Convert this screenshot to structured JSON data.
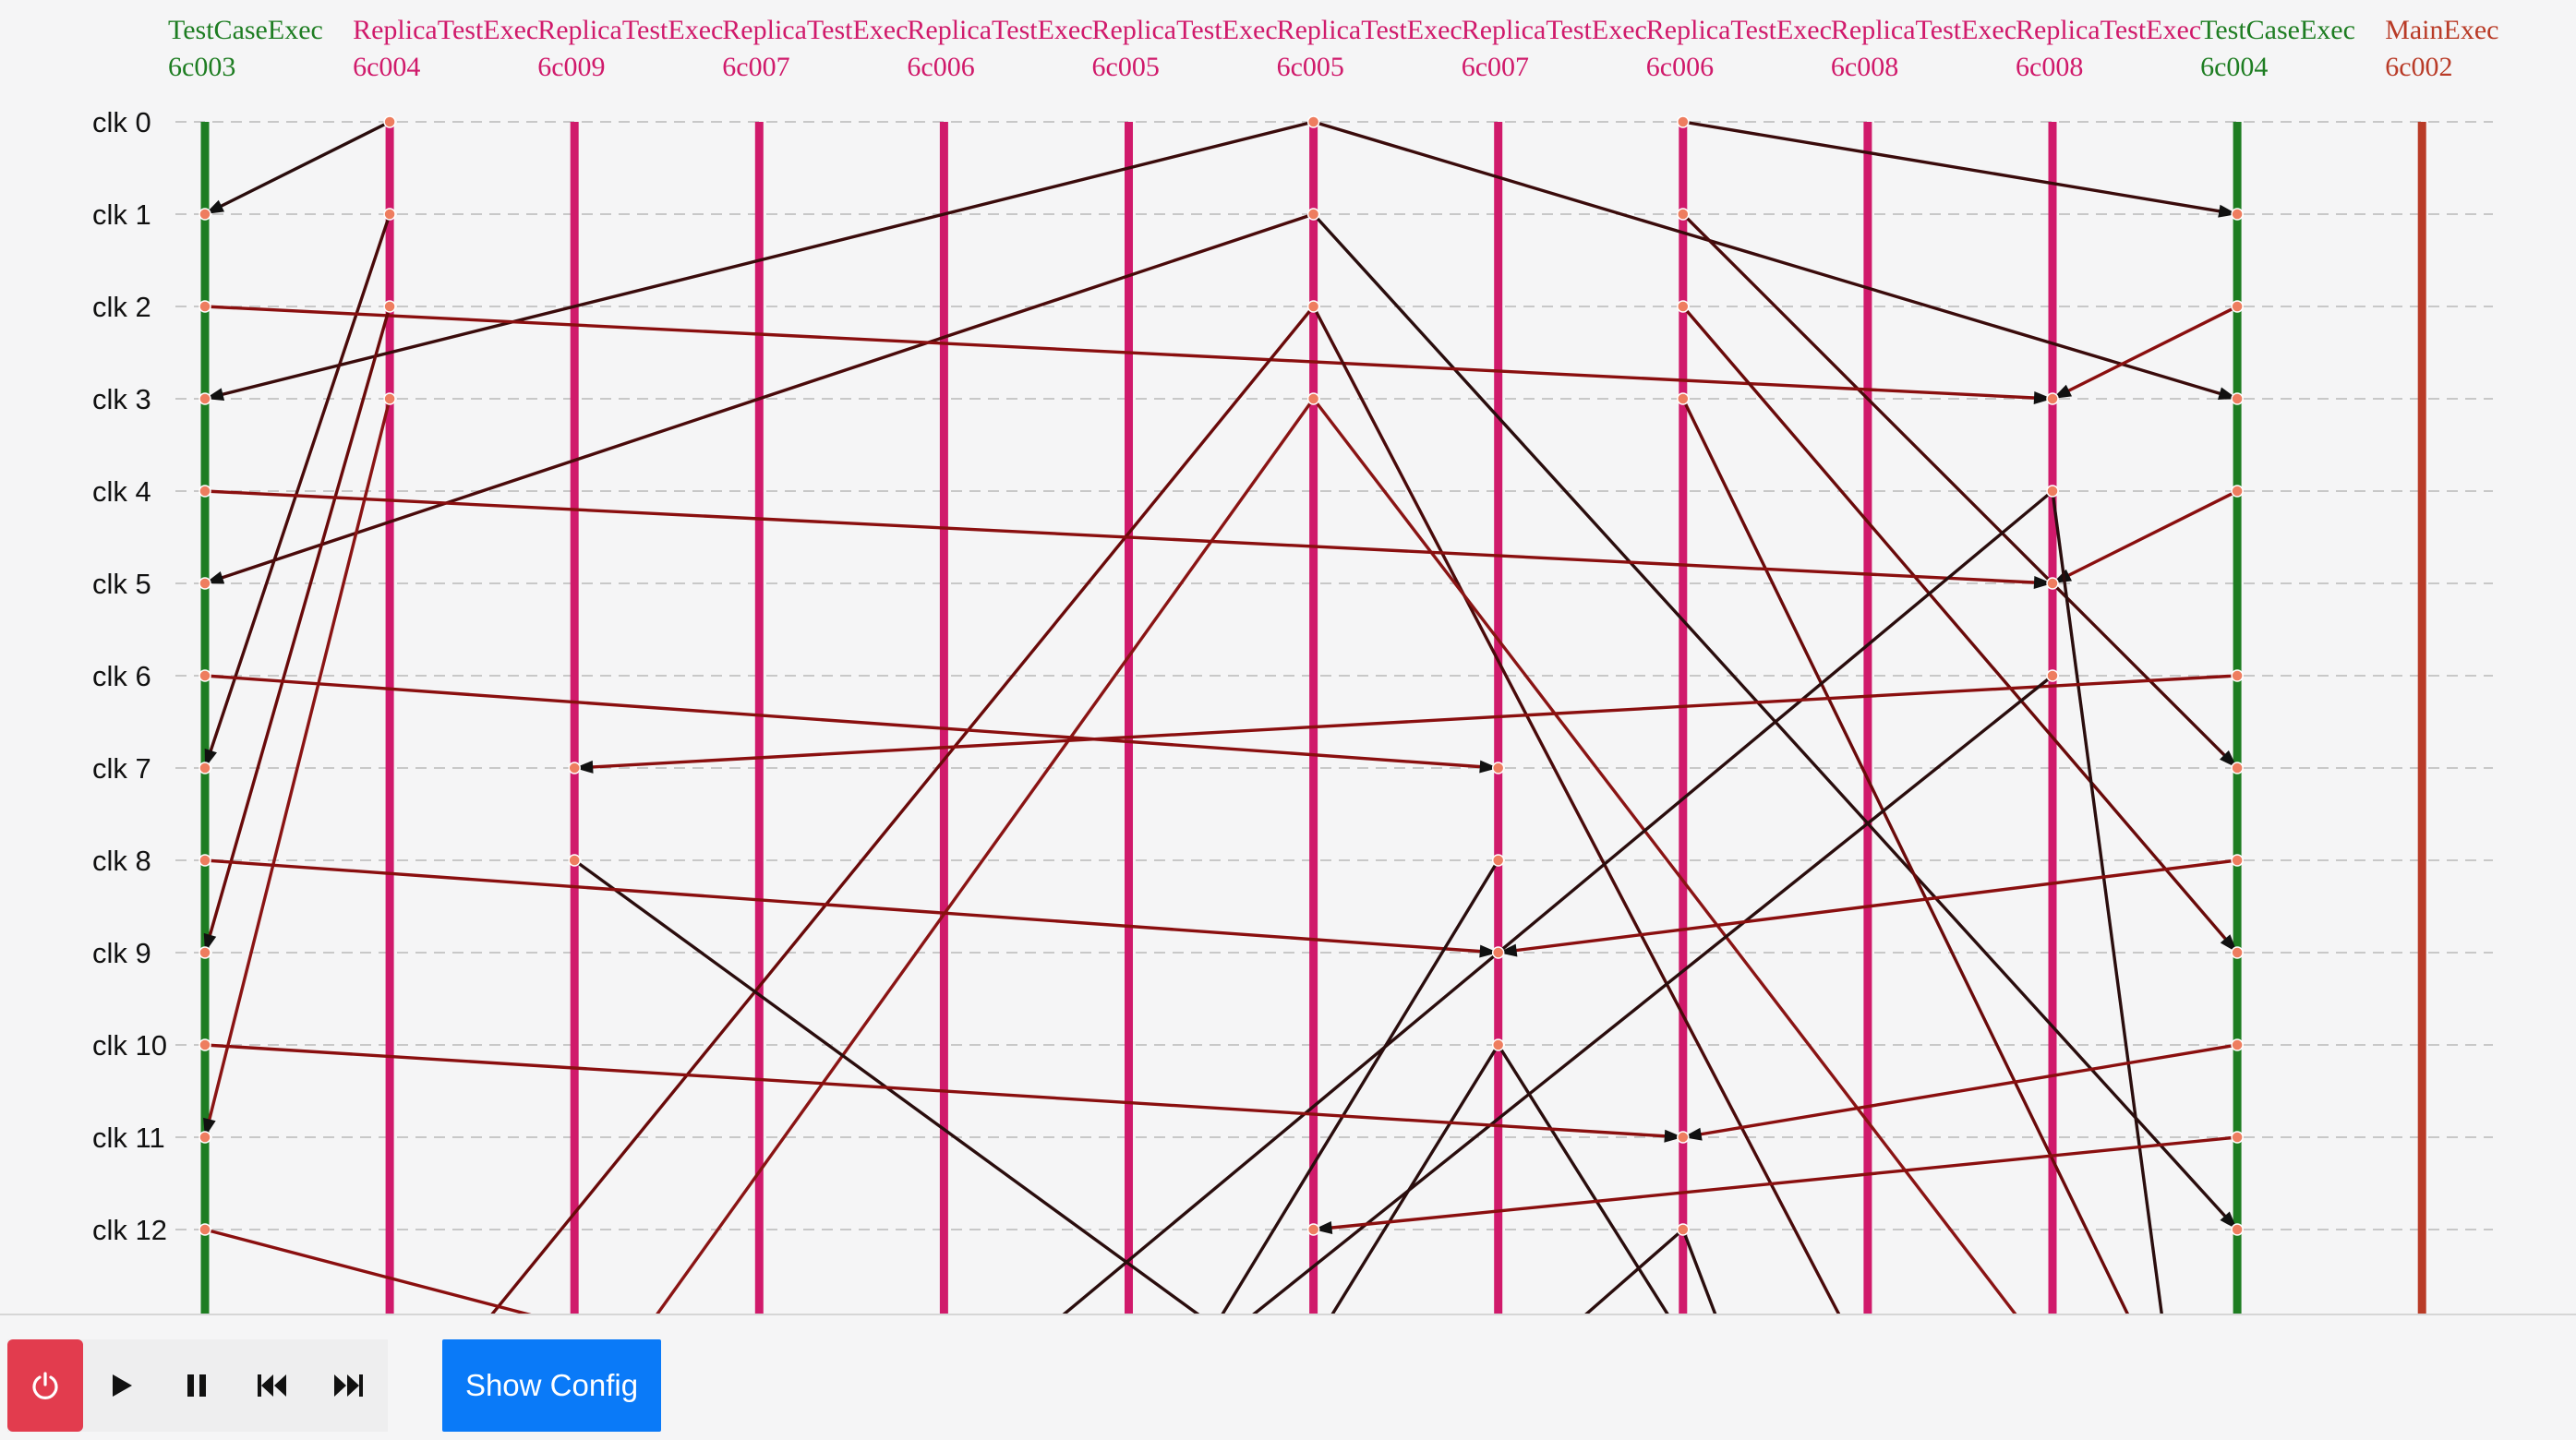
{
  "processes": [
    {
      "name": "TestCaseExec",
      "id": "6c003",
      "color": "#1e7d22"
    },
    {
      "name": "ReplicaTestExec",
      "id": "6c004",
      "color": "#d01a6b"
    },
    {
      "name": "ReplicaTestExec",
      "id": "6c009",
      "color": "#d01a6b"
    },
    {
      "name": "ReplicaTestExec",
      "id": "6c007",
      "color": "#d01a6b"
    },
    {
      "name": "ReplicaTestExec",
      "id": "6c006",
      "color": "#d01a6b"
    },
    {
      "name": "ReplicaTestExec",
      "id": "6c005",
      "color": "#d01a6b"
    },
    {
      "name": "ReplicaTestExec",
      "id": "6c005",
      "color": "#d01a6b"
    },
    {
      "name": "ReplicaTestExec",
      "id": "6c007",
      "color": "#d01a6b"
    },
    {
      "name": "ReplicaTestExec",
      "id": "6c006",
      "color": "#d01a6b"
    },
    {
      "name": "ReplicaTestExec",
      "id": "6c008",
      "color": "#d01a6b"
    },
    {
      "name": "ReplicaTestExec",
      "id": "6c008",
      "color": "#d01a6b"
    },
    {
      "name": "TestCaseExec",
      "id": "6c004",
      "color": "#1e7d22"
    },
    {
      "name": "MainExec",
      "id": "6c002",
      "color": "#b93b27"
    }
  ],
  "clocks": [
    "clk 0",
    "clk 1",
    "clk 2",
    "clk 3",
    "clk 4",
    "clk 5",
    "clk 6",
    "clk 7",
    "clk 8",
    "clk 9",
    "clk 10",
    "clk 11",
    "clk 12"
  ],
  "messages": [
    {
      "from": [
        1,
        0
      ],
      "to": [
        0,
        1
      ],
      "color": "#2a0d0d"
    },
    {
      "from": [
        6,
        0
      ],
      "to": [
        0,
        3
      ],
      "color": "#3a0b0b"
    },
    {
      "from": [
        6,
        0
      ],
      "to": [
        11,
        3
      ],
      "color": "#3a0b0b"
    },
    {
      "from": [
        8,
        0
      ],
      "to": [
        11,
        1
      ],
      "color": "#3a0b0b"
    },
    {
      "from": [
        6,
        1
      ],
      "to": [
        0,
        5
      ],
      "color": "#4a0a0a"
    },
    {
      "from": [
        6,
        1
      ],
      "to": [
        11,
        12
      ],
      "color": "#2a0d0d"
    },
    {
      "from": [
        1,
        1
      ],
      "to": [
        0,
        7
      ],
      "color": "#4a0a0a"
    },
    {
      "from": [
        8,
        1
      ],
      "to": [
        11,
        7
      ],
      "color": "#4a0a0a"
    },
    {
      "from": [
        0,
        2
      ],
      "to": [
        10,
        3
      ],
      "color": "#8a0f0f"
    },
    {
      "from": [
        11,
        2
      ],
      "to": [
        10,
        3
      ],
      "color": "#8a0f0f"
    },
    {
      "from": [
        1,
        2
      ],
      "to": [
        0,
        9
      ],
      "color": "#6a0a0a"
    },
    {
      "from": [
        8,
        2
      ],
      "to": [
        11,
        9
      ],
      "color": "#6a0a0a"
    },
    {
      "from": [
        6,
        2
      ],
      "to": [
        1.5,
        13.05
      ],
      "color": "#6a0a0a"
    },
    {
      "from": [
        6,
        2
      ],
      "to": [
        9.1,
        13.9
      ],
      "color": "#4a0a0a"
    },
    {
      "from": [
        1,
        3
      ],
      "to": [
        0,
        11
      ],
      "color": "#8a1414"
    },
    {
      "from": [
        6,
        3
      ],
      "to": [
        2.4,
        13.05
      ],
      "color": "#8a1414"
    },
    {
      "from": [
        6,
        3
      ],
      "to": [
        9.85,
        13.05
      ],
      "color": "#8a1414"
    },
    {
      "from": [
        8,
        3
      ],
      "to": [
        10.5,
        13.3
      ],
      "color": "#6a0a0a"
    },
    {
      "from": [
        0,
        4
      ],
      "to": [
        10,
        5
      ],
      "color": "#8a0f0f"
    },
    {
      "from": [
        11,
        4
      ],
      "to": [
        10,
        5
      ],
      "color": "#8a0f0f"
    },
    {
      "from": [
        10,
        4
      ],
      "to": [
        4,
        14
      ],
      "color": "#2a0d0d"
    },
    {
      "from": [
        10,
        4
      ],
      "to": [
        10.6,
        13.05
      ],
      "color": "#2a0d0d"
    },
    {
      "from": [
        0,
        6
      ],
      "to": [
        7,
        7
      ],
      "color": "#8a0f0f"
    },
    {
      "from": [
        11,
        6
      ],
      "to": [
        2,
        7
      ],
      "color": "#8a0f0f"
    },
    {
      "from": [
        10,
        6
      ],
      "to": [
        5,
        14
      ],
      "color": "#2a0d0d"
    },
    {
      "from": [
        2,
        8
      ],
      "to": [
        5.5,
        13.1
      ],
      "color": "#2a0d0d"
    },
    {
      "from": [
        0,
        8
      ],
      "to": [
        7,
        9
      ],
      "color": "#8a0f0f"
    },
    {
      "from": [
        11,
        8
      ],
      "to": [
        7,
        9
      ],
      "color": "#8a0f0f"
    },
    {
      "from": [
        7,
        8
      ],
      "to": [
        5.3,
        13.6
      ],
      "color": "#2a0d0d"
    },
    {
      "from": [
        7,
        10
      ],
      "to": [
        5.8,
        13.9
      ],
      "color": "#2a0d0d"
    },
    {
      "from": [
        7,
        10
      ],
      "to": [
        8.1,
        13.5
      ],
      "color": "#2a0d0d"
    },
    {
      "from": [
        0,
        10
      ],
      "to": [
        8,
        11
      ],
      "color": "#8a0f0f"
    },
    {
      "from": [
        11,
        10
      ],
      "to": [
        8,
        11
      ],
      "color": "#8a0f0f"
    },
    {
      "from": [
        11,
        11
      ],
      "to": [
        6,
        12
      ],
      "color": "#8a0f0f"
    },
    {
      "from": [
        0,
        12
      ],
      "to": [
        2,
        13.05
      ],
      "color": "#8a0f0f"
    },
    {
      "from": [
        8,
        12
      ],
      "to": [
        7.4,
        13.05
      ],
      "color": "#2a0d0d"
    },
    {
      "from": [
        8,
        12
      ],
      "to": [
        8.2,
        13.05
      ],
      "color": "#2a0d0d"
    }
  ],
  "controls": {
    "power_icon": "power-icon",
    "play_icon": "play-icon",
    "pause_icon": "pause-icon",
    "skip_back_icon": "skip-back-icon",
    "skip_forward_icon": "skip-forward-icon",
    "show_config_label": "Show Config"
  }
}
